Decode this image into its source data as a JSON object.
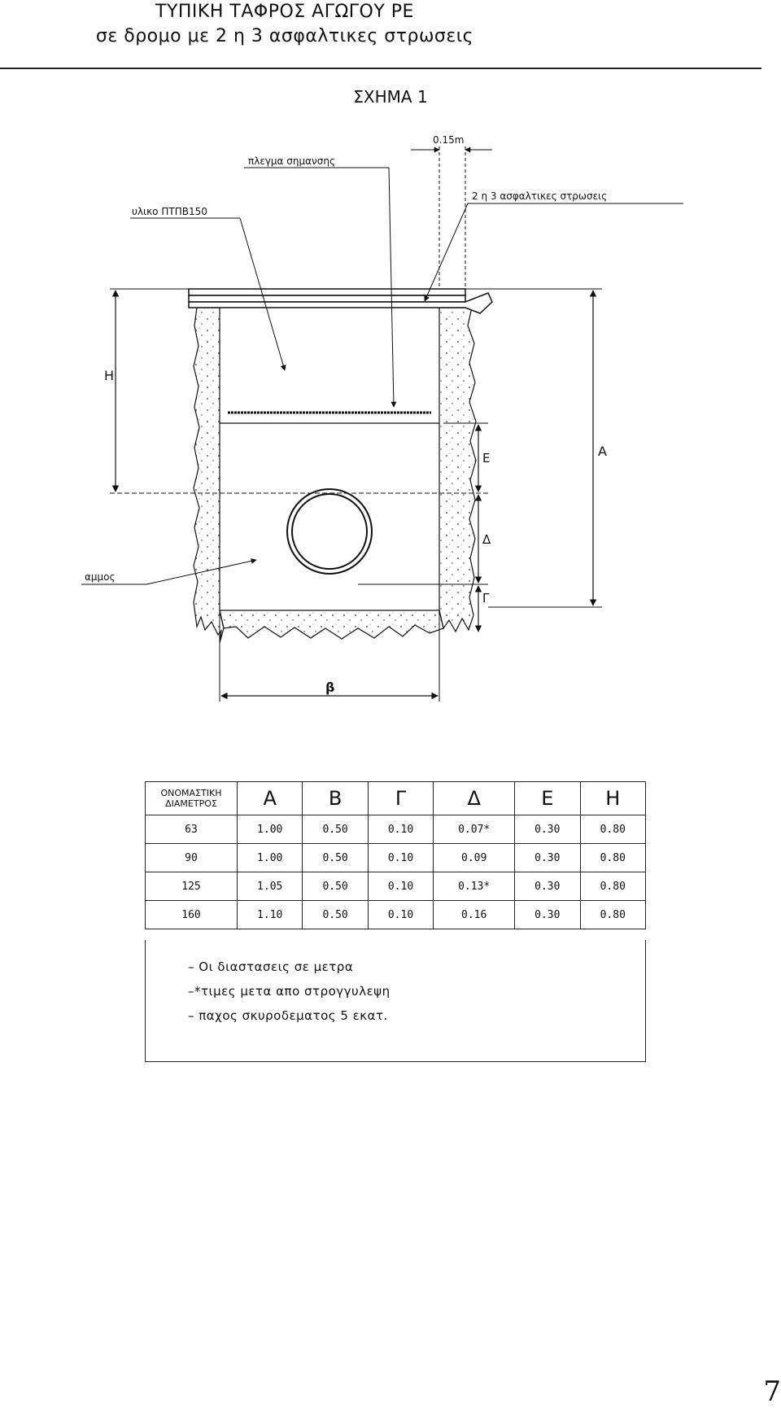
{
  "header": {
    "title": "ΤΥΠΙΚΗ ΤΑΦΡΟΣ ΑΓΩΓΟΥ PE",
    "subtitle": "σε δρομο με 2 η 3 ασφαλτικες στρωσεις"
  },
  "figure": {
    "label": "ΣΧΗΜΑ 1",
    "callouts": {
      "top_dimension": "0.15m",
      "warning_mesh": "πλεγμα σημανσης",
      "fill_material": "υλικο ΠΤΠΒ150",
      "asphalt_layers": "2 η 3 ασφαλτικες στρωσεις",
      "sand": "αμμος"
    },
    "dimension_labels": {
      "H": "Η",
      "A": "Α",
      "E": "Ε",
      "D": "Δ",
      "G": "Γ",
      "B": "β"
    }
  },
  "table": {
    "headers": [
      "ΟΝΟΜΑΣΤΙΚΗ ΔΙΑΜΕΤΡΟΣ",
      "Α",
      "Β",
      "Γ",
      "Δ",
      "Ε",
      "Η"
    ],
    "rows": [
      [
        "63",
        "1.00",
        "0.50",
        "0.10",
        "0.07*",
        "0.30",
        "0.80"
      ],
      [
        "90",
        "1.00",
        "0.50",
        "0.10",
        "0.09",
        "0.30",
        "0.80"
      ],
      [
        "125",
        "1.05",
        "0.50",
        "0.10",
        "0.13*",
        "0.30",
        "0.80"
      ],
      [
        "160",
        "1.10",
        "0.50",
        "0.10",
        "0.16",
        "0.30",
        "0.80"
      ]
    ]
  },
  "notes": [
    "– Οι διαστασεις σε μετρα",
    "–*τιμες μετα απο στρογγυλεψη",
    "– παχος σκυροδεματος 5 εκατ."
  ],
  "page_number": "7"
}
